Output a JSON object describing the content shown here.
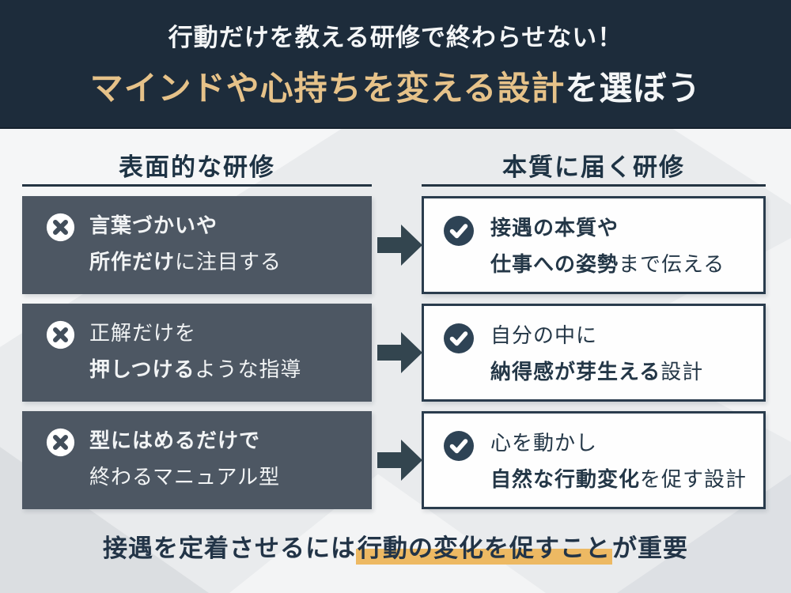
{
  "colors": {
    "header_bg": "#1d2c3b",
    "header_text": "#f4f6f7",
    "header_accent_gold": "#e6c289",
    "main_bg": "#e9ebed",
    "column_title_text": "#1e3344",
    "column_underline": "#243442",
    "bad_box_bg": "#4d5763",
    "bad_box_text": "#f2f4f5",
    "good_box_border": "#2a3c4d",
    "good_box_bg": "#fefefe",
    "good_box_text": "#243747",
    "arrow": "#33454f",
    "check_circle": "#2e4355",
    "cross_stroke": "#414d5a",
    "footer_text": "#223447",
    "footer_highlight": "#edb963"
  },
  "icons": {
    "negative": "cross-circle-icon",
    "positive": "check-circle-icon",
    "flow": "arrow-right-icon"
  },
  "header": {
    "line1": "行動だけを教える研修で終わらせない！",
    "line2_gold": "マインドや心持ちを変える設計",
    "line2_rest": "を選ぼう"
  },
  "columns": {
    "left_title": "表面的な研修",
    "right_title": "本質に届く研修"
  },
  "rows": [
    {
      "left": {
        "line1_bold": "言葉づかいや",
        "line1_regular": "",
        "line2_bold": "所作だけ",
        "line2_regular": "に注目する"
      },
      "right": {
        "line1_bold": "接遇の本質や",
        "line1_regular": "",
        "line2_bold": "仕事への姿勢",
        "line2_regular": "まで伝える"
      }
    },
    {
      "left": {
        "line1_bold": "",
        "line1_regular": "正解だけを",
        "line2_bold": "押しつける",
        "line2_regular": "ような指導"
      },
      "right": {
        "line1_bold": "",
        "line1_regular": "自分の中に",
        "line2_bold": "納得感が芽生える",
        "line2_regular": "設計"
      }
    },
    {
      "left": {
        "line1_bold": "型にはめるだけで",
        "line1_regular": "",
        "line2_bold": "",
        "line2_regular": "終わるマニュアル型"
      },
      "right": {
        "line1_bold": "",
        "line1_regular": "心を動かし",
        "line2_bold": "自然な行動変化",
        "line2_regular": "を促す設計"
      }
    }
  ],
  "footer": {
    "pre": "接遇を定着させるには",
    "highlight": "行動の変化を促すこと",
    "post": "が重要"
  }
}
